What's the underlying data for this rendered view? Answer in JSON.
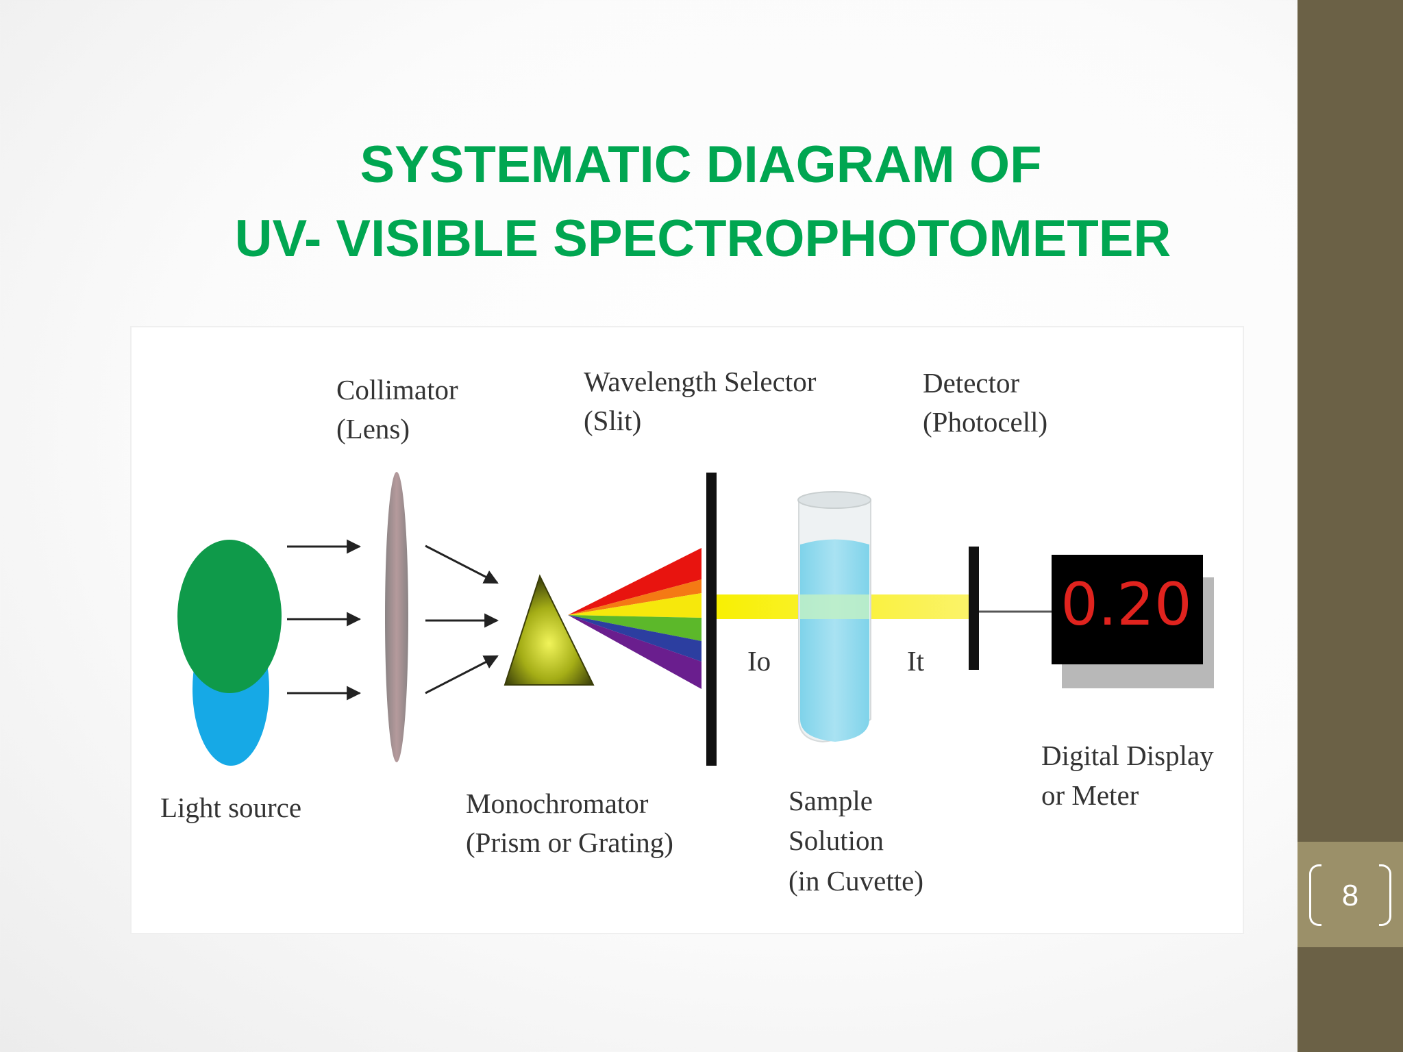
{
  "slide": {
    "title_line1": "SYSTEMATIC DIAGRAM  OF",
    "title_line2": "UV- VISIBLE SPECTROPHOTOMETER",
    "page_number": "8"
  },
  "diagram": {
    "labels": {
      "collimator": "Collimator",
      "collimator_sub": "(Lens)",
      "wavelength_selector": "Wavelength Selector",
      "wavelength_selector_sub": "(Slit)",
      "detector": "Detector",
      "detector_sub": "(Photocell)",
      "light_source": "Light source",
      "monochromator": "Monochromator",
      "monochromator_sub": "(Prism or Grating)",
      "sample": "Sample",
      "sample_line2": "Solution",
      "sample_line3": "(in Cuvette)",
      "display": "Digital Display",
      "display_line2": "or Meter",
      "incident": "Io",
      "transmitted": "It"
    },
    "meter_reading": "0.20",
    "colors": {
      "title": "#00a651",
      "sidebar": "#6b6146",
      "page_box": "#9b9069",
      "lamp_top": "#0f9a4a",
      "lamp_bottom": "#16a9e6",
      "beam": "#f8f000",
      "display_digits": "#e0231e",
      "spectrum": [
        "#e8140f",
        "#f47a14",
        "#f6e80c",
        "#5cb82a",
        "#2c3ea0",
        "#6a1e8e"
      ]
    }
  }
}
